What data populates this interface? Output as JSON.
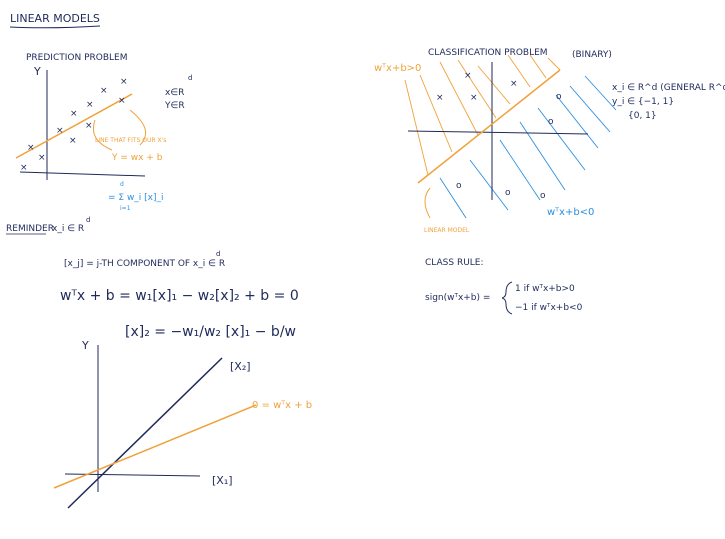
{
  "colors": {
    "ink": "#1f2a5a",
    "orange": "#f0a23a",
    "blue": "#2f8fe0"
  },
  "title": "LINEAR MODELS",
  "prediction": {
    "heading": "PREDICTION PROBLEM",
    "y_axis": "Y",
    "x_in": "x∈R",
    "x_in_sup": "d",
    "y_in": "Y∈R",
    "note": "LINE THAT FITS OUR X's",
    "model": "Y = wx + b",
    "expansion": "= Σ w_i [x]_i",
    "expansion_sub": "i=1",
    "expansion_sup": "d"
  },
  "reminder": {
    "label": "REMINDER",
    "x_in": "x_i ∈ R",
    "x_in_sup": "d",
    "component": "[x_j] = j-TH COMPONENT OF x_i ∈ R",
    "component_sup": "d",
    "equation": "wᵀx + b = w₁[x]₁ − w₂[x]₂ + b = 0",
    "solved": "[x]₂ = −w₁/w₂ [x]₁ − b/w"
  },
  "plot2": {
    "y_label": "Y",
    "x2_label": "[X₂]",
    "x1_label": "[X₁]",
    "line_label": "0 = wᵀx + b"
  },
  "classification": {
    "heading": "CLASSIFICATION PROBLEM",
    "binary": "(BINARY)",
    "pos_region": "wᵀx+b>0",
    "neg_region": "wᵀx+b<0",
    "linear_model": "LINEAR MODEL",
    "x_spec": "x_i ∈ R^d  (GENERAL R^d)",
    "y_spec": "y_i ∈ {−1, 1}",
    "y_alt": "{0, 1}",
    "rule_heading": "CLASS RULE:",
    "rule_lhs": "sign(wᵀx+b) =",
    "rule_case1": "1  if wᵀx+b>0",
    "rule_case2": "−1  if wᵀx+b<0"
  }
}
